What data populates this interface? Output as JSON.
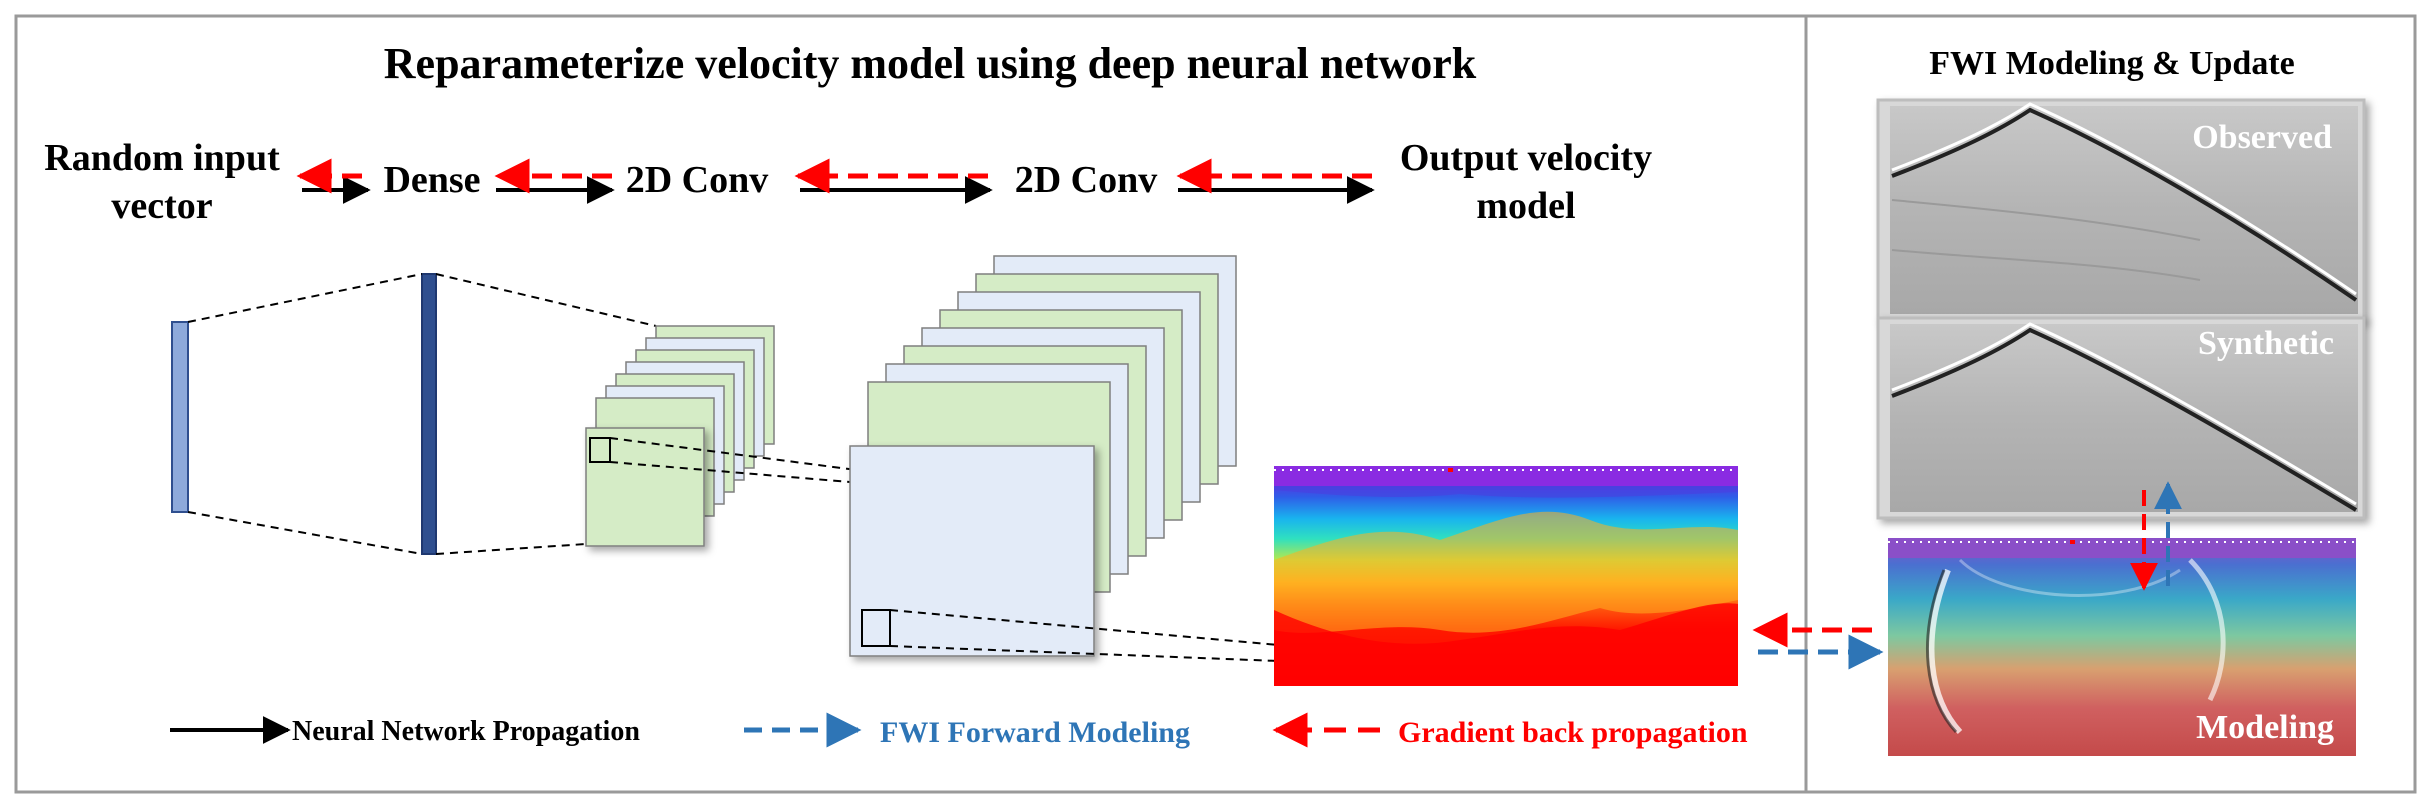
{
  "main_title": "Reparameterize velocity model using deep neural network",
  "right_title": "FWI Modeling  & Update",
  "pipeline": {
    "input_line1": "Random input",
    "input_line2": "vector",
    "dense": "Dense",
    "conv1": "2D Conv",
    "conv2": "2D Conv",
    "output_line1": "Output velocity",
    "output_line2": "model"
  },
  "panels": {
    "observed": "Observed",
    "synthetic": "Synthetic",
    "modeling": "Modeling"
  },
  "legend": {
    "nn": "Neural Network Propagation",
    "fwi": "FWI Forward Modeling",
    "grad": "Gradient back propagation"
  },
  "colors": {
    "black_arrow": "#000000",
    "blue_arrow": "#2e75b6",
    "red_arrow": "#ff0000",
    "conv_green": "#d5ecc6",
    "conv_blue": "#e3ebf8",
    "vector_light": "#8eaadb",
    "vector_dark": "#2f4f8f"
  }
}
